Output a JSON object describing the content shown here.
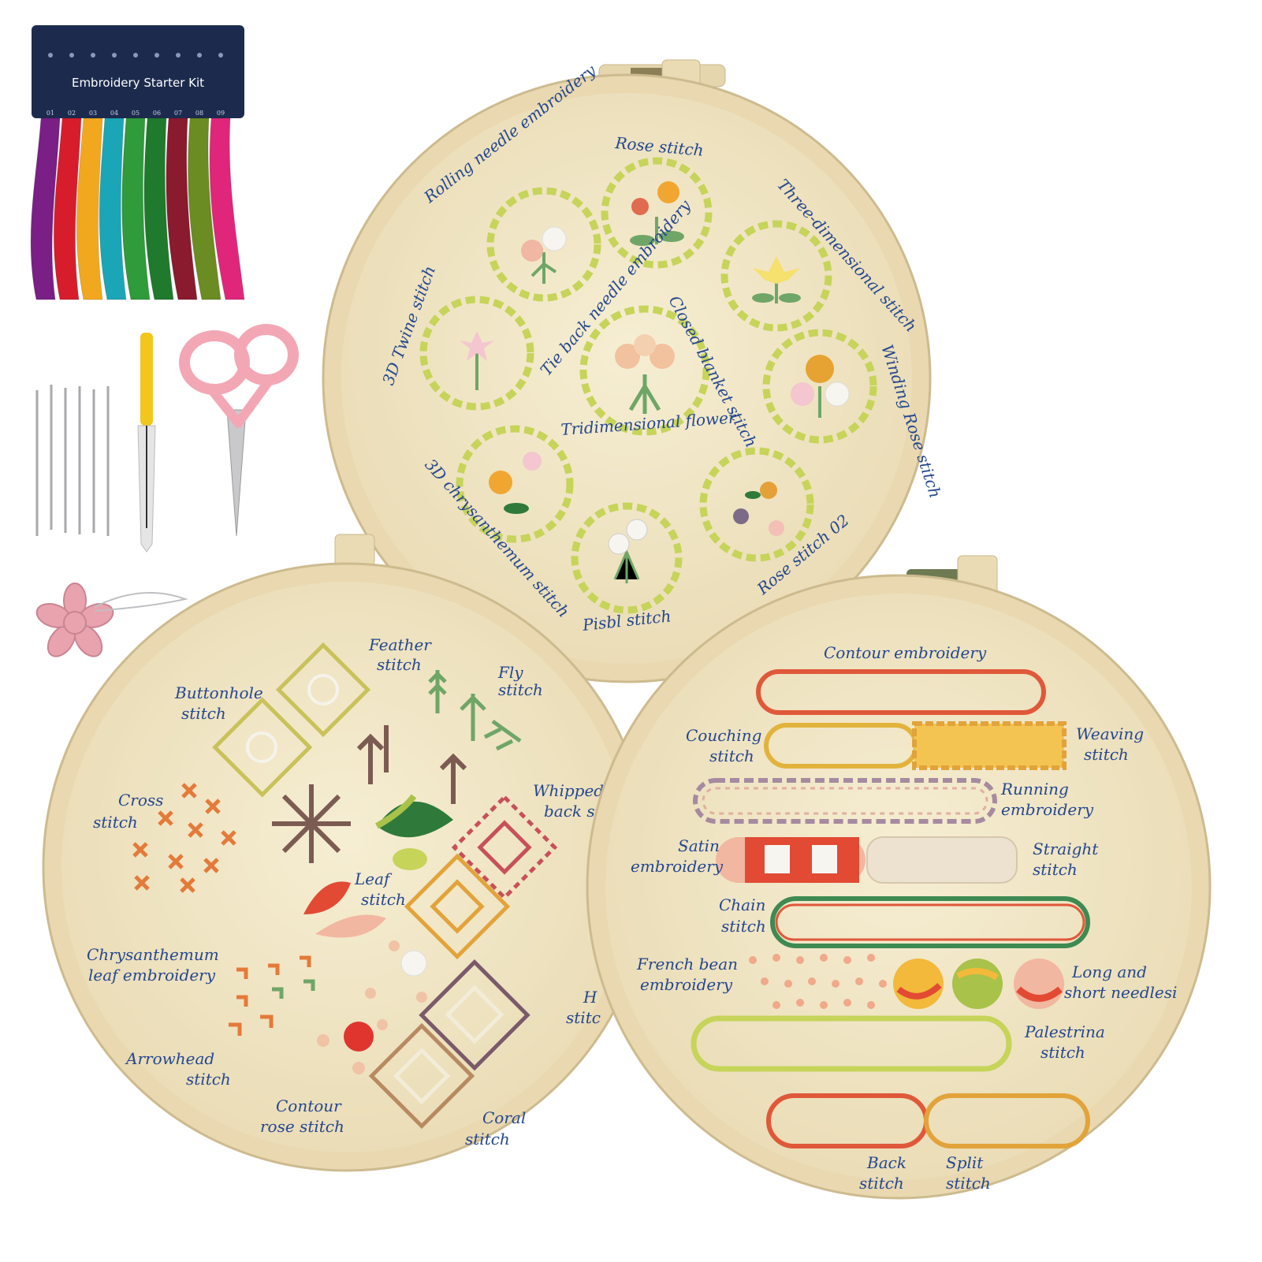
{
  "colors": {
    "fabric": "#f1e6c6",
    "hoop": "#ead9b4",
    "label": "#24478f",
    "thread_green": "#c6d45a",
    "card": "#1c2b4d",
    "scissors": "#f3a7b5"
  },
  "kit": {
    "card_title": "Embroidery Starter Kit",
    "skein_numbers": [
      "01",
      "02",
      "03",
      "04",
      "05",
      "06",
      "07",
      "08",
      "09"
    ],
    "skein_colors": [
      "#7a1f86",
      "#d71d2b",
      "#f2a81e",
      "#1aa6b7",
      "#2f9b3a",
      "#1f7a2e",
      "#8a1a2e",
      "#6b8c22",
      "#e0267a"
    ]
  },
  "hoop_top": {
    "labels": {
      "rolling": "Rolling needle embroidery",
      "rose": "Rose stitch",
      "three_dim": "Three-dimensional stitch",
      "twine": "3D Twine stitch",
      "back_needle": "Tie back needle embroidery",
      "closed_blanket": "Closed blanket stitch",
      "winding_rose": "Winding Rose stitch",
      "tridimensional": "Tridimensional flower",
      "chrysanthemum": "3D chrysanthemum stitch",
      "rose_stitch_2": "Rose stitch 02",
      "pisbl": "Pisbl stitch"
    }
  },
  "hoop_left": {
    "labels": {
      "feather_1": "Feather",
      "feather_2": "stitch",
      "fly_1": "Fly",
      "fly_2": "stitch",
      "buttonhole_1": "Buttonhole",
      "buttonhole_2": "stitch",
      "cross_1": "Cross",
      "cross_2": "stitch",
      "whipped_1": "Whipped",
      "whipped_2": "back s",
      "leaf_1": "Leaf",
      "leaf_2": "stitch",
      "chrys_1": "Chrysanthemum",
      "chrys_2": "leaf embroidery",
      "arrow_1": "Arrowhead",
      "arrow_2": "stitch",
      "contour_1": "Contour",
      "contour_2": "rose stitch",
      "coral_1": "Coral",
      "coral_2": "stitch",
      "h_1": "H",
      "h_2": "stitc"
    }
  },
  "hoop_right": {
    "labels": {
      "contour": "Contour embroidery",
      "couching_1": "Couching",
      "couching_2": "stitch",
      "weaving_1": "Weaving",
      "weaving_2": "stitch",
      "running_1": "Running",
      "running_2": "embroidery",
      "satin_1": "Satin",
      "satin_2": "embroidery",
      "straight_1": "Straight",
      "straight_2": "stitch",
      "chain_1": "Chain",
      "chain_2": "stitch",
      "french_1": "French bean",
      "french_2": "embroidery",
      "long_1": "Long and",
      "long_2": "short needlesi",
      "palestrina_1": "Palestrina",
      "palestrina_2": "stitch",
      "back_1": "Back",
      "back_2": "stitch",
      "split_1": "Split",
      "split_2": "stitch"
    }
  }
}
